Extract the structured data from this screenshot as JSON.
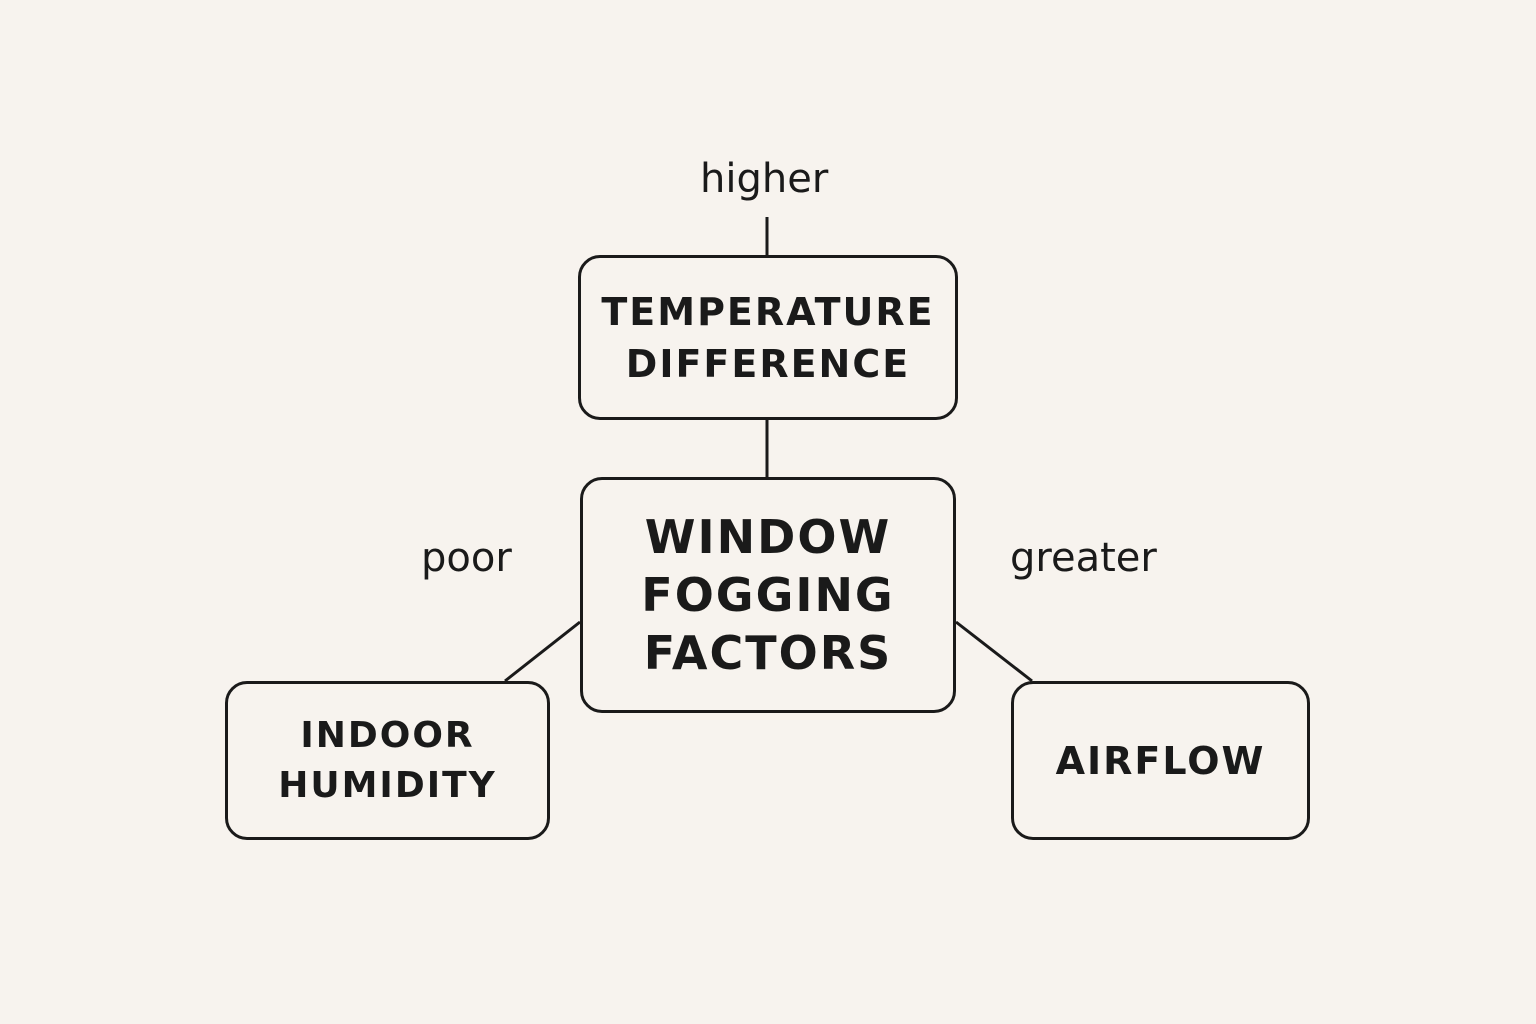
{
  "diagram": {
    "nodes": {
      "temperature": {
        "label": "TEMPERATURE\nDIFFERENCE"
      },
      "center": {
        "label": "WINDOW\nFOGGING\nFACTORS"
      },
      "humidity": {
        "label": "INDOOR\nHUMIDITY"
      },
      "airflow": {
        "label": "AIRFLOW"
      }
    },
    "edge_labels": {
      "higher": "higher",
      "poor": "poor",
      "greater": "greater"
    },
    "colors": {
      "background": "#f7f3ee",
      "stroke": "#1a1a1a",
      "text": "#1a1a1a"
    }
  }
}
